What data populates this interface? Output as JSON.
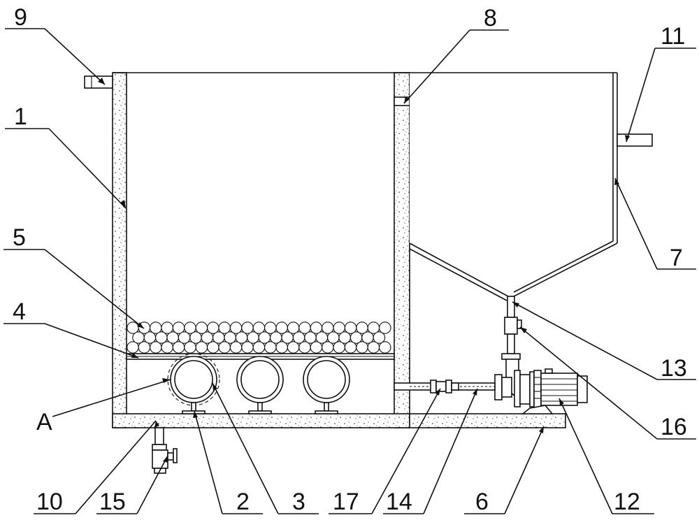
{
  "labels": {
    "l1": "1",
    "l2": "2",
    "l3": "3",
    "l4": "4",
    "l5": "5",
    "l6": "6",
    "l7": "7",
    "l8": "8",
    "l9": "9",
    "l10": "10",
    "l11": "11",
    "l12": "12",
    "l13": "13",
    "l14": "14",
    "l15": "15",
    "l16": "16",
    "l17": "17",
    "lA": "A"
  }
}
